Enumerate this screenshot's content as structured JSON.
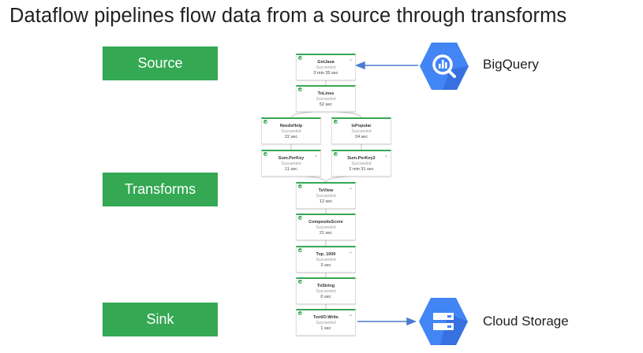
{
  "title": "Dataflow pipelines flow data from a source through transforms",
  "stages": {
    "source": "Source",
    "transforms": "Transforms",
    "sink": "Sink"
  },
  "services": {
    "bigquery": "BigQuery",
    "cloud_storage": "Cloud Storage"
  },
  "status": "Succeeded",
  "nodes": {
    "getjava": {
      "name": "GetJava",
      "time": "3 min 35 sec"
    },
    "tolines": {
      "name": "ToLines",
      "time": "52 sec"
    },
    "needshelp": {
      "name": "NeedsHelp",
      "time": "22 sec"
    },
    "ispopular": {
      "name": "IsPopular",
      "time": "24 sec"
    },
    "sumperkey": {
      "name": "Sum.PerKey",
      "time": "11 sec"
    },
    "sumperkey2": {
      "name": "Sum.PerKey2",
      "time": "2 min 31 sec"
    },
    "toview": {
      "name": "ToView",
      "time": "12 sec"
    },
    "compositescore": {
      "name": "CompositeScore",
      "time": "21 sec"
    },
    "top1000": {
      "name": "Top_1000",
      "time": "3 sec"
    },
    "tostring": {
      "name": "ToString",
      "time": "0 sec"
    },
    "textiowrite": {
      "name": "TextIO.Write",
      "time": "1 sec"
    }
  },
  "colors": {
    "stage_green": "#34a853",
    "gcp_blue": "#4285f4",
    "arrow_blue": "#4a7bd0"
  },
  "icons": [
    "bigquery-icon",
    "cloud-storage-icon",
    "check-icon",
    "chevron-down-icon"
  ]
}
